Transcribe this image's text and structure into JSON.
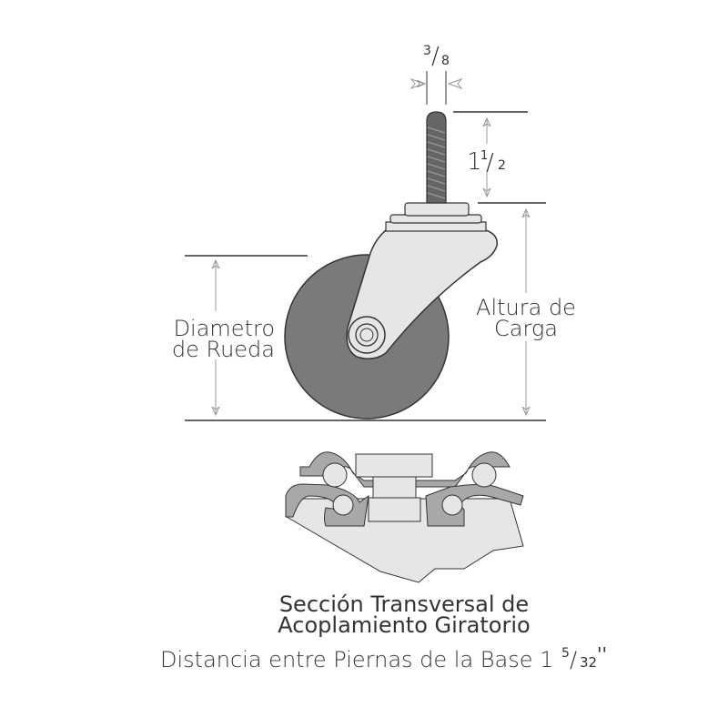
{
  "dimensions": {
    "stem_diameter": {
      "whole": "",
      "num": "3",
      "den": "8"
    },
    "stem_length": {
      "whole": "1",
      "num": "1",
      "den": "2"
    },
    "load_height": {
      "line1": "Altura de",
      "line2": "Carga"
    },
    "wheel_diameter": {
      "line1": "Diametro",
      "line2": "de Rueda"
    }
  },
  "caption": {
    "line1": "Sección Transversal de",
    "line2": "Acoplamiento Giratorio",
    "distance_text": "Distancia entre Piernas de la Base 1",
    "distance_num": "5",
    "distance_slash": "/",
    "distance_den": "32",
    "distance_unit": "''"
  },
  "colors": {
    "line": "#333333",
    "wheel": "#7a7a7a",
    "stem": "#666666",
    "light_fill": "#e6e6e6",
    "mid_fill": "#a8a8a8",
    "arrow": "#aaaaaa"
  }
}
